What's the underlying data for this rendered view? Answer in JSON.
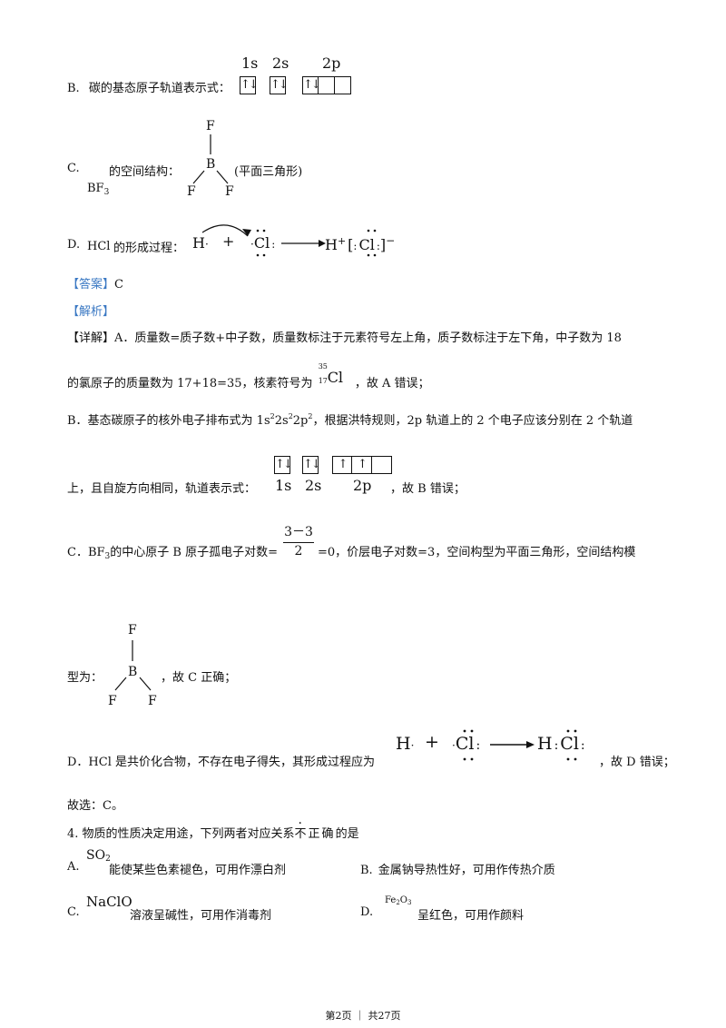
{
  "optionB": {
    "label": "B.",
    "text": "碳的基态原子轨道表示式：",
    "orbital_labels": [
      "1s",
      "2s",
      "2p"
    ],
    "orbitals": {
      "s1": "↑↓",
      "s2": "↑↓",
      "p1": "↑↓",
      "p2": "",
      "p3": ""
    }
  },
  "optionC": {
    "label": "C.",
    "formula": "BF",
    "formula_sub": "3",
    "text": "的空间结构：",
    "note": "(平面三角形)",
    "atoms": {
      "center": "B",
      "top": "F",
      "left": "F",
      "right": "F"
    }
  },
  "optionD": {
    "label": "D.",
    "formula": "HCl",
    "text": "的形成过程：",
    "eq": {
      "h": "H",
      "plus": "+",
      "cl": "Cl",
      "h_plus": "H",
      "plus_sup": "+",
      "lb": "[",
      "rb": "]",
      "minus": "−"
    }
  },
  "answer": {
    "tag": "【答案】",
    "value": "C"
  },
  "analysis": {
    "tag": "【解析】"
  },
  "detail": {
    "A": {
      "tag": "【详解】",
      "line1": "A．质量数=质子数+中子数，质量数标注于元素符号左上角，质子数标注于左下角，中子数为 18",
      "line2_pre": "的氯原子的质量数为 17+18=35，核素符号为",
      "nuclide_mass": "35",
      "nuclide_z": "17",
      "nuclide_symbol": "Cl",
      "line2_post": "，故 A 错误；"
    },
    "B": {
      "line1_pre": "B．基态碳原子的核外电子排布式为 1s",
      "c1": "2",
      "c2": "2s",
      "c3": "2",
      "c4": "2p",
      "c5": "2",
      "line1_post": "，根据洪特规则，2p 轨道上的 2 个电子应该分别在 2 个轨道",
      "line2_pre": "上，且自旋方向相同，轨道表示式：",
      "line2_post": "，故 B 错误；",
      "orbital_labels": [
        "1s",
        "2s",
        "2p"
      ],
      "orbitals": {
        "s1": "↑↓",
        "s2": "↑↓",
        "p1": "↑",
        "p2": "↑",
        "p3": ""
      }
    },
    "C": {
      "line1_pre": "C．BF",
      "sub": "3",
      "line1_mid": "的中心原子 B 原子孤电子对数=",
      "frac_num": "3－3",
      "frac_den": "2",
      "line1_post": "=0，价层电子对数=3，空间构型为平面三角形，空间结构模",
      "line2_pre": "型为：",
      "line2_post": "，故 C 正确；",
      "atoms": {
        "center": "B",
        "top": "F",
        "left": "F",
        "right": "F"
      }
    },
    "D": {
      "line_pre": "D．HCl 是共价化合物，不存在电子得失，其形成过程应为",
      "eq": {
        "h": "H",
        "plus": "+",
        "cl": "Cl",
        "h2": "H",
        "cl2": "Cl"
      },
      "line_post": "，故 D 错误；"
    },
    "final": "故选：C。"
  },
  "q4": {
    "stem_pre": "4. 物质的性质决定用途，下列两者对应关系",
    "stem_emph": "不正确",
    "stem_post": "的是",
    "A": {
      "label": "A.",
      "formula": "SO",
      "sub": "2",
      "text": "能使某些色素褪色，可用作漂白剂"
    },
    "B": {
      "label": "B.",
      "text": "金属钠导热性好，可用作传热介质"
    },
    "C": {
      "label": "C.",
      "formula": "NaClO",
      "text": "溶液呈碱性，可用作消毒剂"
    },
    "D": {
      "label": "D.",
      "formula": "Fe",
      "sub1": "2",
      "formula2": "O",
      "sub2": "3",
      "text": "呈红色，可用作颜料"
    }
  },
  "footer": {
    "text": "第2页 ｜ 共27页"
  }
}
